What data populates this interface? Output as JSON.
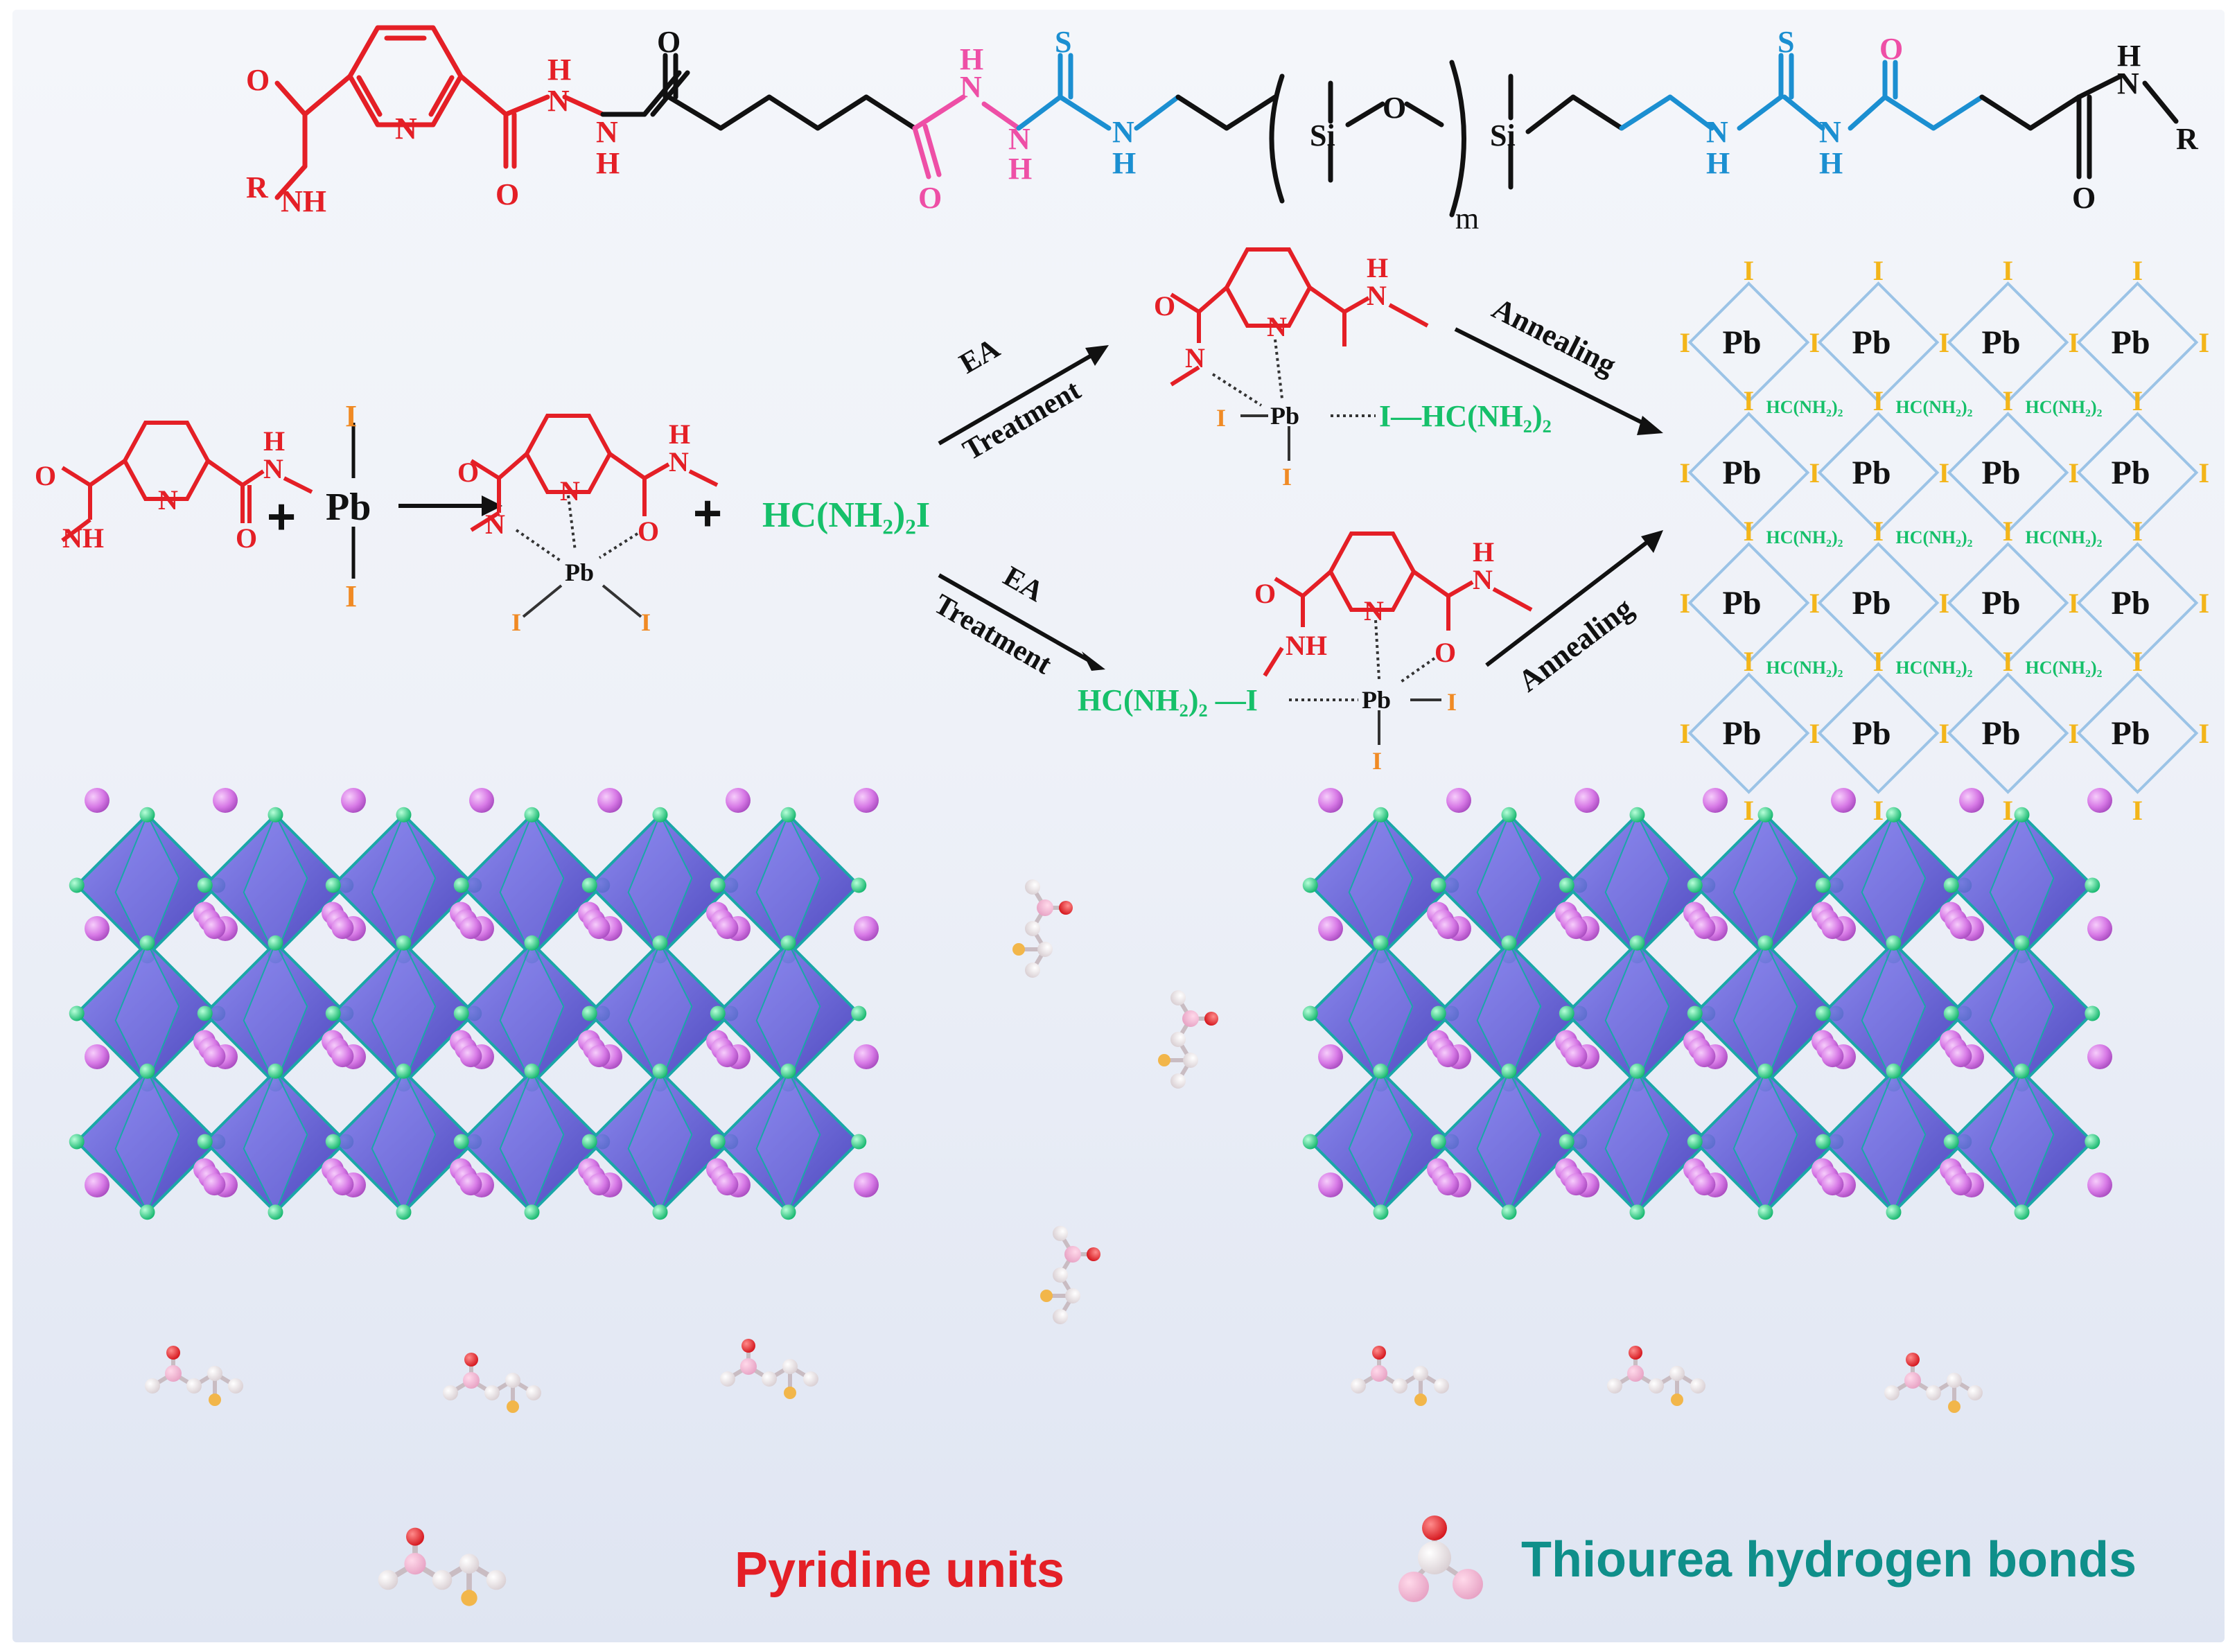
{
  "polymer": {
    "left_R": "R",
    "left_NH": "NH",
    "left_O1": "O",
    "left_O2": "O",
    "pyr_N": "N",
    "hydrazide_N1": "N",
    "hydrazide_N2": "N",
    "hydrazide_H1": "H",
    "hydrazide_H2": "H",
    "amide_O": "O",
    "red_O_top": "O",
    "pink_O": "O",
    "pink_N1": "N",
    "pink_N2": "N",
    "pink_H1": "H",
    "pink_H2": "H",
    "thiourea_S1": "S",
    "blue_N1": "N",
    "blue_H1": "H",
    "si1": "Si",
    "o_si": "O",
    "si2": "Si",
    "sub_m": "m",
    "blue_N2": "N",
    "blue_N3": "N",
    "blue_H2": "H",
    "blue_H3": "H",
    "thiourea_S2": "S",
    "pink_O2": "O",
    "right_O": "O",
    "right_N": "N",
    "right_H": "H",
    "right_R": "R"
  },
  "reaction": {
    "ligand_O1": "O",
    "ligand_N": "N",
    "ligand_O2": "O",
    "ligand_NH_left": "NH",
    "ligand_NH_right_N": "N",
    "ligand_NH_right_H": "H",
    "plus1": "+",
    "plus2": "+",
    "pbi2_I_top": "I",
    "pbi2_Pb": "Pb",
    "pbi2_I_bottom": "I",
    "complex_O1": "O",
    "complex_N": "N",
    "complex_N2": "N",
    "complex_O2": "O",
    "complex_NH_N": "N",
    "complex_NH_H": "H",
    "complex_Pb": "Pb",
    "complex_I1": "I",
    "complex_I2": "I",
    "fai": "HC(NH₂)₂I",
    "ea_top": "EA",
    "treat_top": "Treatment",
    "ea_bottom": "EA",
    "treat_bottom": "Treatment",
    "annealing_top": "Annealing",
    "annealing_bottom": "Annealing",
    "top_O": "O",
    "top_N": "N",
    "top_Npy": "N",
    "top_NH_N": "N",
    "top_NH_H": "H",
    "top_I_left": "I",
    "top_Pb": "Pb",
    "top_I_bottom": "I",
    "top_I_fa": "I—HC(NH₂)₂",
    "bot_O": "O",
    "bot_NH": "NH",
    "bot_Npy": "N",
    "bot_O2": "O",
    "bot_NH_N": "N",
    "bot_NH_H": "H",
    "bot_fa": "HC(NH₂)₂ —I",
    "bot_Pb": "Pb",
    "bot_I_right": "I",
    "bot_I_bottom": "I"
  },
  "lattice": {
    "pb": "Pb",
    "i": "I",
    "fa": "HC(NH₂)₂"
  },
  "legend": {
    "pyridine": "Pyridine units",
    "thiourea": "Thiourea hydrogen bonds"
  },
  "colors": {
    "red": "#e41f26",
    "black": "#111111",
    "green": "#16c06a",
    "orange": "#f08a24",
    "yellow": "#f3b51a",
    "pink": "#ee4fa6",
    "blue": "#1b8fd1",
    "teal": "#0f8f8a",
    "octahedron": "#5a56d8",
    "node": "#22d38a",
    "sphere": "#d779e6"
  }
}
